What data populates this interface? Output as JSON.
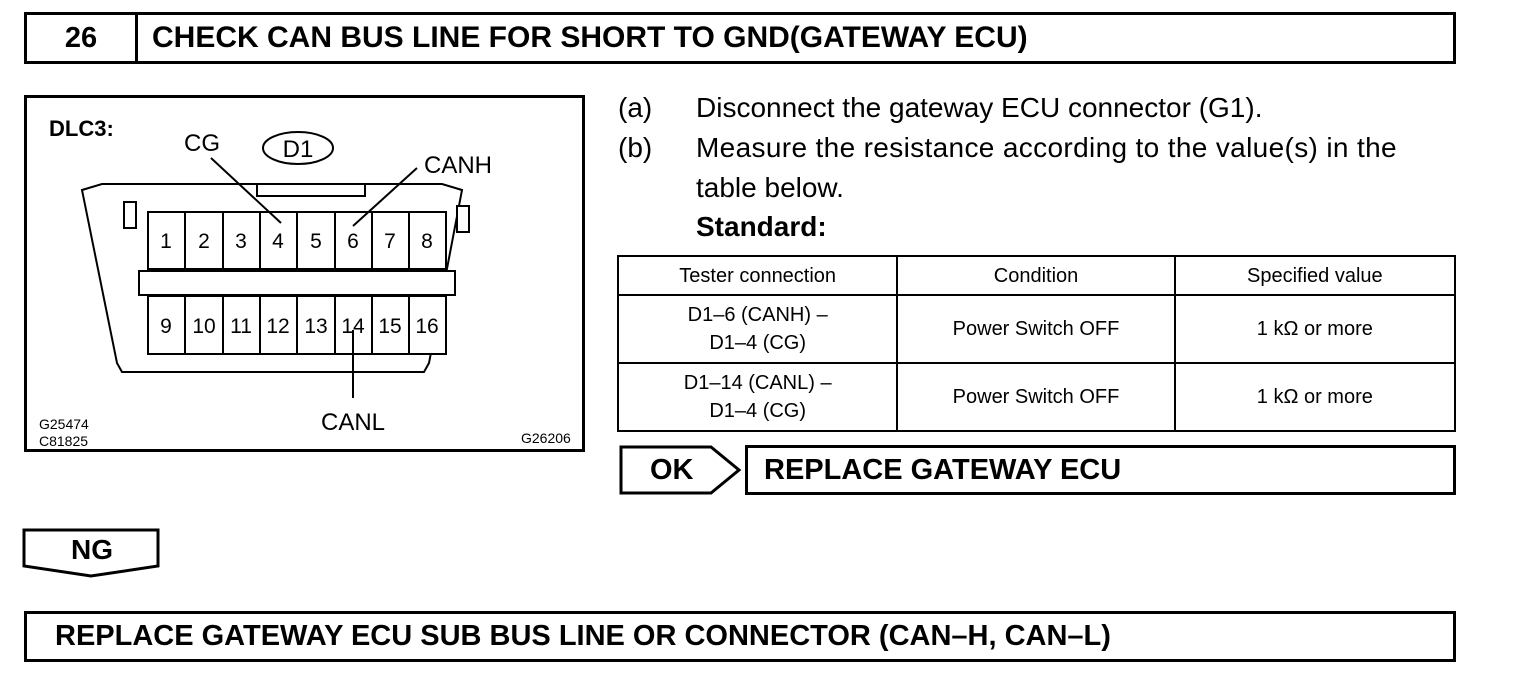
{
  "step": {
    "number": "26",
    "title": "CHECK CAN BUS LINE FOR SHORT TO GND(GATEWAY ECU)"
  },
  "figure": {
    "connector_label": "DLC3:",
    "connector_id": "D1",
    "pin_labels": {
      "cg": "CG",
      "canh": "CANH",
      "canl": "CANL"
    },
    "top_pins": [
      "1",
      "2",
      "3",
      "4",
      "5",
      "6",
      "7",
      "8"
    ],
    "bottom_pins": [
      "9",
      "10",
      "11",
      "12",
      "13",
      "14",
      "15",
      "16"
    ],
    "ref_codes": {
      "left_top": "G25474",
      "left_bottom": "C81825",
      "right": "G26206"
    }
  },
  "instructions": [
    {
      "label": "(a)",
      "text": "Disconnect the gateway ECU connector (G1)."
    },
    {
      "label": "(b)",
      "text": "Measure the resistance according to the value(s) in the",
      "text2": "table below."
    }
  ],
  "standard_label": "Standard:",
  "table": {
    "headers": [
      "Tester connection",
      "Condition",
      "Specified value"
    ],
    "rows": [
      {
        "connection_1": "D1–6 (CANH) –",
        "connection_2": "D1–4 (CG)",
        "condition": "Power Switch OFF",
        "value": "1 kΩ or more"
      },
      {
        "connection_1": "D1–14 (CANL) –",
        "connection_2": "D1–4 (CG)",
        "condition": "Power Switch OFF",
        "value": "1 kΩ or more"
      }
    ]
  },
  "ok": {
    "label": "OK",
    "result": "REPLACE GATEWAY ECU"
  },
  "ng": {
    "label": "NG",
    "result": "REPLACE GATEWAY ECU SUB BUS LINE OR CONNECTOR (CAN–H, CAN–L)"
  }
}
